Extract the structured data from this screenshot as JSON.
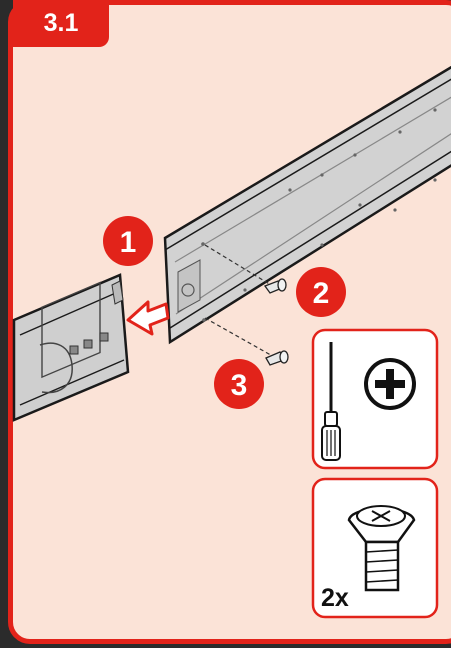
{
  "step": {
    "label": "3.1"
  },
  "callouts": [
    {
      "number": "1"
    },
    {
      "number": "2"
    },
    {
      "number": "3"
    }
  ],
  "tools": {
    "screwdriver_icon": "phillips-screwdriver-icon",
    "screw_icon": "flat-head-screw-icon",
    "screw_quantity": "2x"
  },
  "colors": {
    "accent_red": "#e2231a",
    "panel_background": "#fbe3d7",
    "frame": "#2b2b2b",
    "rail_metal": "#d2d2d2"
  }
}
